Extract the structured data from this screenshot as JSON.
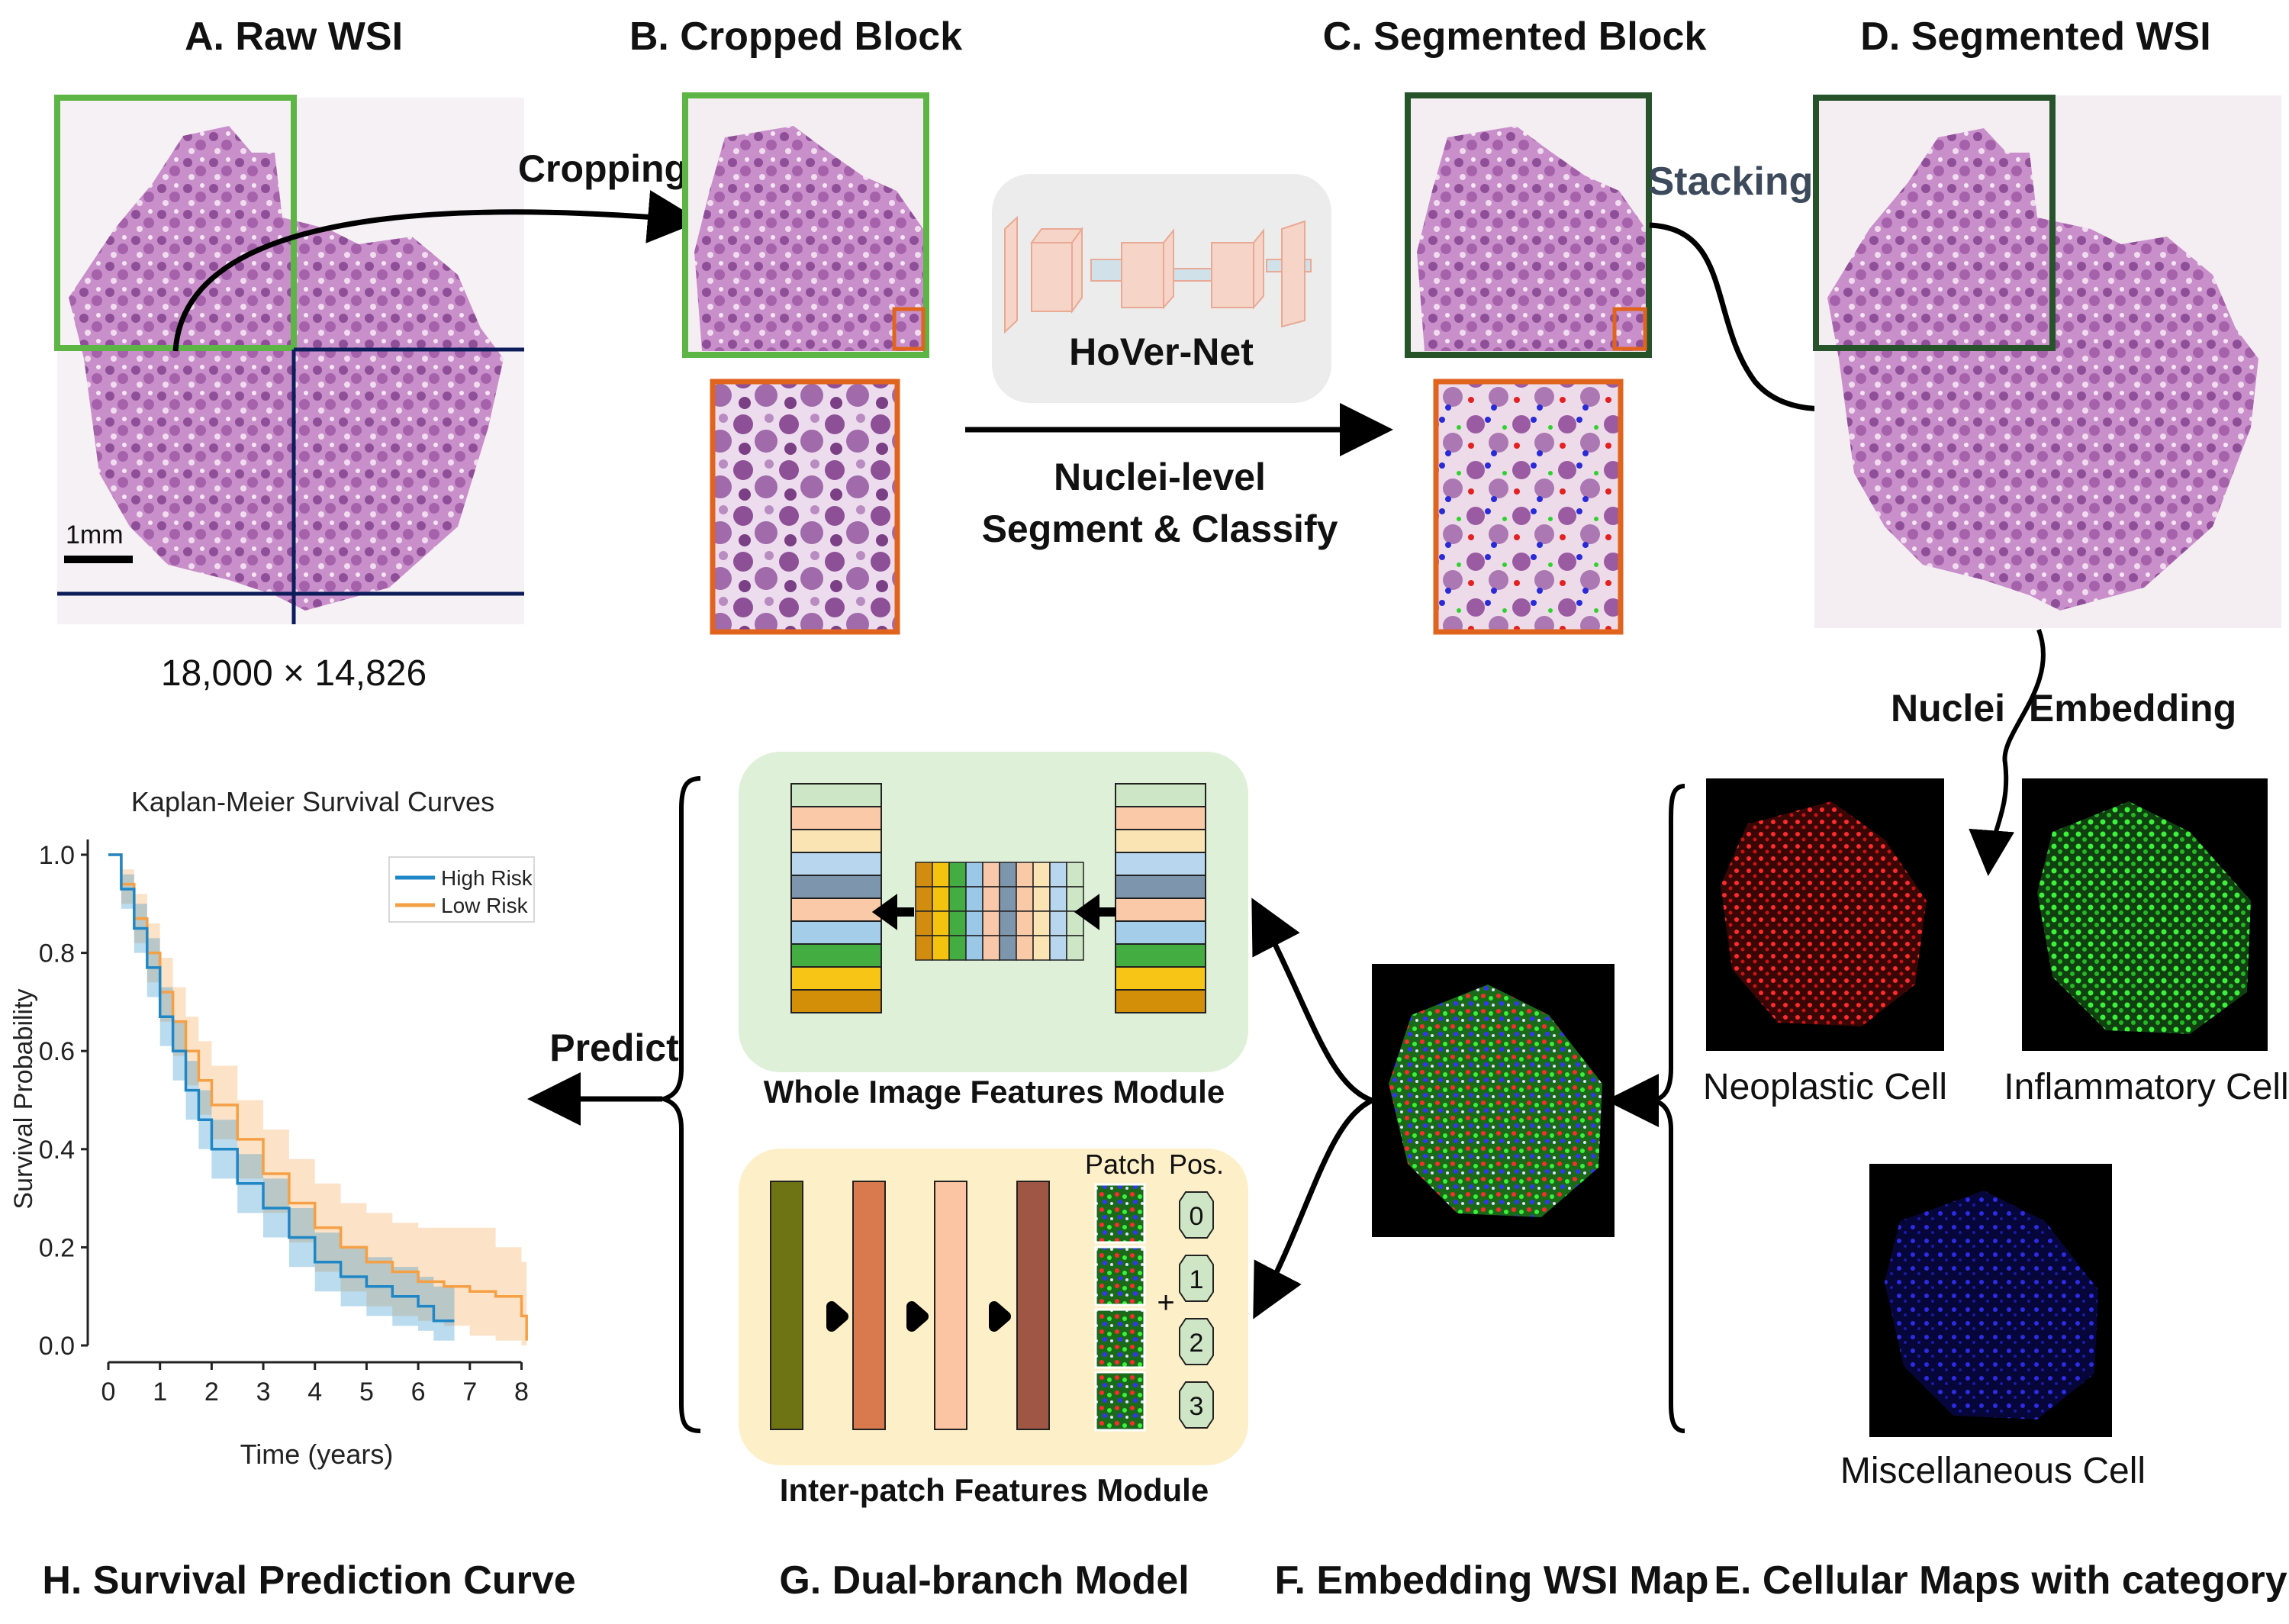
{
  "panels": {
    "a": "A. Raw WSI",
    "b": "B. Cropped Block",
    "c": "C. Segmented Block",
    "d": "D. Segmented WSI",
    "e": "E. Cellular Maps with category",
    "f": "F. Embedding WSI Map",
    "g": "G. Dual-branch Model",
    "h": "H. Survival Prediction Curve"
  },
  "labels": {
    "scale_bar": "1mm",
    "dimensions": "18,000 × 14,826",
    "cropping": "Cropping",
    "hovernet": "HoVer-Net",
    "nuclei_level_1": "Nuclei-level",
    "nuclei_level_2": "Segment & Classify",
    "stacking": "Stacking",
    "nuclei": "Nuclei",
    "embedding": "Embedding",
    "neoplastic": "Neoplastic Cell",
    "inflammatory": "Inflammatory Cell",
    "misc": "Miscellaneous Cell",
    "whole_module": "Whole Image Features Module",
    "inter_module": "Inter-patch Features Module",
    "patch": "Patch",
    "pos": "Pos.",
    "plus": "+",
    "pos_ids": [
      "0",
      "1",
      "2",
      "3"
    ],
    "predict": "Predict"
  },
  "colors": {
    "crop_green": "#5cb545",
    "dark_green": "#26532a",
    "navy": "#0d1d5a",
    "orange_box": "#e0641d",
    "tissue": "#b57ab8",
    "whole_bg": "#dff0d9",
    "inter_bg": "#fdefc7",
    "hover_bg": "#ececec",
    "high_risk": "#1f87c6",
    "low_risk": "#f6a046",
    "neoplastic": "#e42020",
    "inflammatory": "#2fd12f",
    "misc": "#2a2ad8",
    "stacking_text": "#3c4a5c"
  },
  "feature_stack_colors": [
    "#cde6c6",
    "#f9c9a8",
    "#fbe4b4",
    "#b8d6ee",
    "#7d96ad",
    "#f9c9a8",
    "#a4cde9",
    "#44ad42",
    "#f7c515",
    "#d38f08"
  ],
  "middle_stack_colors": [
    "#d28d11",
    "#f4c30f",
    "#44ad42",
    "#9ac8e6",
    "#f9c7a9",
    "#7d96ad",
    "#f9c9a8",
    "#fbe4b4",
    "#b8d6ee",
    "#cde6c6"
  ],
  "inter_bar_colors": [
    "#6e7414",
    "#d87a4d",
    "#fbc4a2",
    "#9f5644"
  ],
  "chart_data": {
    "type": "line",
    "title": "Kaplan-Meier Survival Curves",
    "xlabel": "Time (years)",
    "ylabel": "Survival Probability",
    "xlim": [
      0,
      8.2
    ],
    "ylim": [
      0,
      1.0
    ],
    "xticks": [
      0,
      1,
      2,
      3,
      4,
      5,
      6,
      7,
      8
    ],
    "yticks": [
      "0.0",
      "0.2",
      "0.4",
      "0.6",
      "0.8",
      "1.0"
    ],
    "legend_position": "top-right",
    "series": [
      {
        "name": "High Risk",
        "color": "#1f87c6",
        "x": [
          0,
          0.25,
          0.5,
          0.75,
          1.0,
          1.25,
          1.5,
          1.75,
          2.0,
          2.5,
          3.0,
          3.5,
          4.0,
          4.5,
          5.0,
          5.5,
          6.0,
          6.3,
          6.7
        ],
        "y": [
          1.0,
          0.93,
          0.85,
          0.77,
          0.67,
          0.6,
          0.52,
          0.46,
          0.4,
          0.33,
          0.28,
          0.22,
          0.17,
          0.14,
          0.12,
          0.1,
          0.08,
          0.05,
          0.05
        ],
        "lower": [
          1.0,
          0.89,
          0.8,
          0.71,
          0.61,
          0.54,
          0.46,
          0.4,
          0.34,
          0.27,
          0.22,
          0.16,
          0.11,
          0.08,
          0.06,
          0.04,
          0.03,
          0.01,
          0.01
        ],
        "upper": [
          1.0,
          0.96,
          0.9,
          0.83,
          0.73,
          0.66,
          0.58,
          0.52,
          0.46,
          0.39,
          0.34,
          0.28,
          0.23,
          0.2,
          0.18,
          0.16,
          0.14,
          0.12,
          0.12
        ]
      },
      {
        "name": "Low  Risk",
        "color": "#f6a046",
        "x": [
          0,
          0.25,
          0.5,
          0.75,
          1.0,
          1.25,
          1.5,
          1.75,
          2.0,
          2.5,
          3.0,
          3.5,
          4.0,
          4.5,
          5.0,
          5.5,
          6.0,
          6.5,
          7.0,
          7.5,
          8.0,
          8.1
        ],
        "y": [
          1.0,
          0.94,
          0.87,
          0.8,
          0.72,
          0.66,
          0.6,
          0.54,
          0.49,
          0.42,
          0.35,
          0.29,
          0.24,
          0.2,
          0.17,
          0.15,
          0.13,
          0.12,
          0.11,
          0.1,
          0.06,
          0.01
        ],
        "lower": [
          1.0,
          0.9,
          0.82,
          0.74,
          0.66,
          0.59,
          0.53,
          0.47,
          0.42,
          0.34,
          0.27,
          0.21,
          0.15,
          0.11,
          0.08,
          0.06,
          0.05,
          0.04,
          0.02,
          0.01,
          0.0,
          0.0
        ],
        "upper": [
          1.0,
          0.97,
          0.92,
          0.86,
          0.79,
          0.73,
          0.67,
          0.62,
          0.57,
          0.5,
          0.44,
          0.38,
          0.33,
          0.29,
          0.27,
          0.25,
          0.24,
          0.24,
          0.24,
          0.2,
          0.17,
          0.17
        ]
      }
    ]
  }
}
